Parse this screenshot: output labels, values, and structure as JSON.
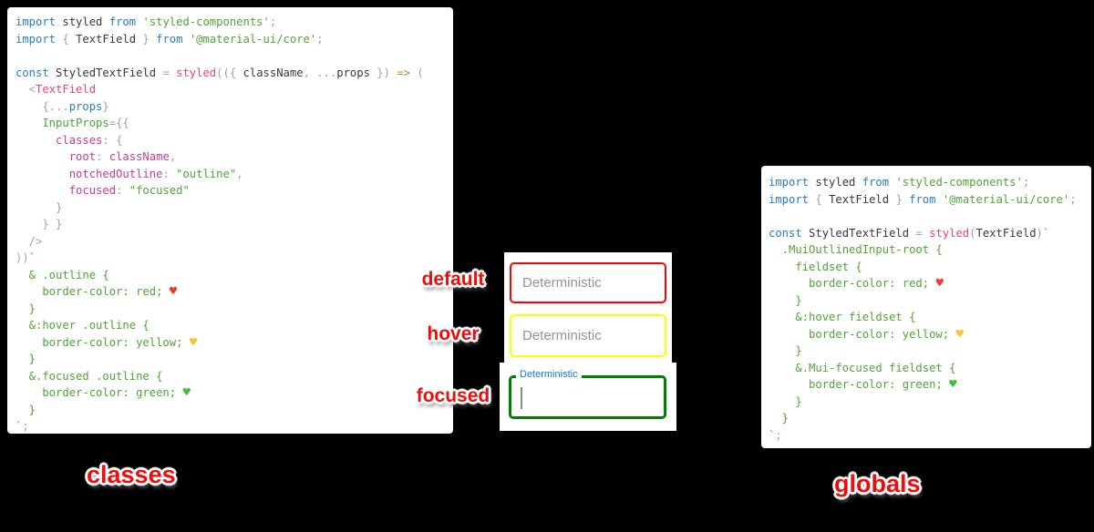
{
  "captions": {
    "left": "classes",
    "right": "globals"
  },
  "state_labels": {
    "default": "default",
    "hover": "hover",
    "focused": "focused"
  },
  "fields": {
    "default": {
      "placeholder": "Deterministic",
      "border": "#ff0000"
    },
    "hover": {
      "placeholder": "Deterministic",
      "border": "#ffff00"
    },
    "focused": {
      "label": "Deterministic",
      "value": "",
      "border": "#008000",
      "label_color": "#1976d2"
    }
  },
  "colors": {
    "background": "#000000",
    "panel": "#ffffff",
    "stamp_red": "#ee0d0d",
    "placeholder_gray": "#949494",
    "keyword_blue": "#2a7dbd",
    "string_green": "#52a339",
    "function_pink": "#e8447f",
    "property_magenta": "#c43e8f",
    "punctuation_gray": "#a2a2a2",
    "arrow_orange": "#c07f36"
  },
  "code_left": {
    "lines": [
      [
        {
          "c": "kw",
          "t": "import "
        },
        {
          "c": "id",
          "t": "styled "
        },
        {
          "c": "kw",
          "t": "from "
        },
        {
          "c": "str",
          "t": "'styled-components'"
        },
        {
          "c": "pun",
          "t": ";"
        }
      ],
      [
        {
          "c": "kw",
          "t": "import "
        },
        {
          "c": "pun",
          "t": "{ "
        },
        {
          "c": "id",
          "t": "TextField"
        },
        {
          "c": "pun",
          "t": " } "
        },
        {
          "c": "kw",
          "t": "from "
        },
        {
          "c": "str",
          "t": "'@material-ui/core'"
        },
        {
          "c": "pun",
          "t": ";"
        }
      ],
      [],
      [
        {
          "c": "kw",
          "t": "const "
        },
        {
          "c": "id",
          "t": "StyledTextField "
        },
        {
          "c": "pun",
          "t": "= "
        },
        {
          "c": "pink",
          "t": "styled"
        },
        {
          "c": "pun",
          "t": "(({ "
        },
        {
          "c": "id",
          "t": "className"
        },
        {
          "c": "pun",
          "t": ", ..."
        },
        {
          "c": "id",
          "t": "props"
        },
        {
          "c": "pun",
          "t": " }) "
        },
        {
          "c": "orn",
          "t": "=>"
        },
        {
          "c": "pun",
          "t": " ("
        }
      ],
      [
        {
          "c": "pun",
          "t": "  <"
        },
        {
          "c": "pink",
          "t": "TextField"
        }
      ],
      [
        {
          "c": "pun",
          "t": "    {..."
        },
        {
          "c": "kw",
          "t": "props"
        },
        {
          "c": "pun",
          "t": "}"
        }
      ],
      [
        {
          "c": "str",
          "t": "    InputProps"
        },
        {
          "c": "pun",
          "t": "={{"
        }
      ],
      [
        {
          "c": "mag",
          "t": "      classes"
        },
        {
          "c": "pun",
          "t": ": {"
        }
      ],
      [
        {
          "c": "mag",
          "t": "        root"
        },
        {
          "c": "pun",
          "t": ": "
        },
        {
          "c": "mag",
          "t": "className"
        },
        {
          "c": "pun",
          "t": ","
        }
      ],
      [
        {
          "c": "mag",
          "t": "        notchedOutline"
        },
        {
          "c": "pun",
          "t": ": "
        },
        {
          "c": "str",
          "t": "\"outline\""
        },
        {
          "c": "pun",
          "t": ","
        }
      ],
      [
        {
          "c": "mag",
          "t": "        focused"
        },
        {
          "c": "pun",
          "t": ": "
        },
        {
          "c": "str",
          "t": "\"focused\""
        }
      ],
      [
        {
          "c": "pun",
          "t": "      }"
        }
      ],
      [
        {
          "c": "pun",
          "t": "    } }"
        }
      ],
      [
        {
          "c": "pun",
          "t": "  />"
        }
      ],
      [
        {
          "c": "pun",
          "t": "))"
        },
        {
          "c": "str",
          "t": "`"
        }
      ],
      [
        {
          "c": "str",
          "t": "  & .outline {"
        }
      ],
      [
        {
          "c": "str",
          "t": "    border-color: red; "
        },
        {
          "c": "hr",
          "t": "♥"
        }
      ],
      [
        {
          "c": "str",
          "t": "  }"
        }
      ],
      [
        {
          "c": "str",
          "t": "  &:hover .outline {"
        }
      ],
      [
        {
          "c": "str",
          "t": "    border-color: yellow; "
        },
        {
          "c": "hy",
          "t": "♥"
        }
      ],
      [
        {
          "c": "str",
          "t": "  }"
        }
      ],
      [
        {
          "c": "str",
          "t": "  &.focused .outline {"
        }
      ],
      [
        {
          "c": "str",
          "t": "    border-color: green; "
        },
        {
          "c": "hg",
          "t": "♥"
        }
      ],
      [
        {
          "c": "str",
          "t": "  }"
        }
      ],
      [
        {
          "c": "str",
          "t": "`"
        },
        {
          "c": "pun",
          "t": ";"
        }
      ]
    ]
  },
  "code_right": {
    "lines": [
      [
        {
          "c": "kw",
          "t": "import "
        },
        {
          "c": "id",
          "t": "styled "
        },
        {
          "c": "kw",
          "t": "from "
        },
        {
          "c": "str",
          "t": "'styled-components'"
        },
        {
          "c": "pun",
          "t": ";"
        }
      ],
      [
        {
          "c": "kw",
          "t": "import "
        },
        {
          "c": "pun",
          "t": "{ "
        },
        {
          "c": "id",
          "t": "TextField"
        },
        {
          "c": "pun",
          "t": " } "
        },
        {
          "c": "kw",
          "t": "from "
        },
        {
          "c": "str",
          "t": "'@material-ui/core'"
        },
        {
          "c": "pun",
          "t": ";"
        }
      ],
      [],
      [
        {
          "c": "kw",
          "t": "const "
        },
        {
          "c": "id",
          "t": "StyledTextField "
        },
        {
          "c": "pun",
          "t": "= "
        },
        {
          "c": "pink",
          "t": "styled"
        },
        {
          "c": "pun",
          "t": "("
        },
        {
          "c": "id",
          "t": "TextField"
        },
        {
          "c": "pun",
          "t": ")"
        },
        {
          "c": "str",
          "t": "`"
        }
      ],
      [
        {
          "c": "str",
          "t": "  .MuiOutlinedInput-root {"
        }
      ],
      [
        {
          "c": "str",
          "t": "    fieldset {"
        }
      ],
      [
        {
          "c": "str",
          "t": "      border-color: red; "
        },
        {
          "c": "hr",
          "t": "♥"
        }
      ],
      [
        {
          "c": "str",
          "t": "    }"
        }
      ],
      [
        {
          "c": "str",
          "t": "    &:hover fieldset {"
        }
      ],
      [
        {
          "c": "str",
          "t": "      border-color: yellow; "
        },
        {
          "c": "hy",
          "t": "♥"
        }
      ],
      [
        {
          "c": "str",
          "t": "    }"
        }
      ],
      [
        {
          "c": "str",
          "t": "    &.Mui-focused fieldset {"
        }
      ],
      [
        {
          "c": "str",
          "t": "      border-color: green; "
        },
        {
          "c": "hg",
          "t": "♥"
        }
      ],
      [
        {
          "c": "str",
          "t": "    }"
        }
      ],
      [
        {
          "c": "str",
          "t": "  }"
        }
      ],
      [
        {
          "c": "str",
          "t": "`"
        },
        {
          "c": "pun",
          "t": ";"
        }
      ]
    ]
  }
}
